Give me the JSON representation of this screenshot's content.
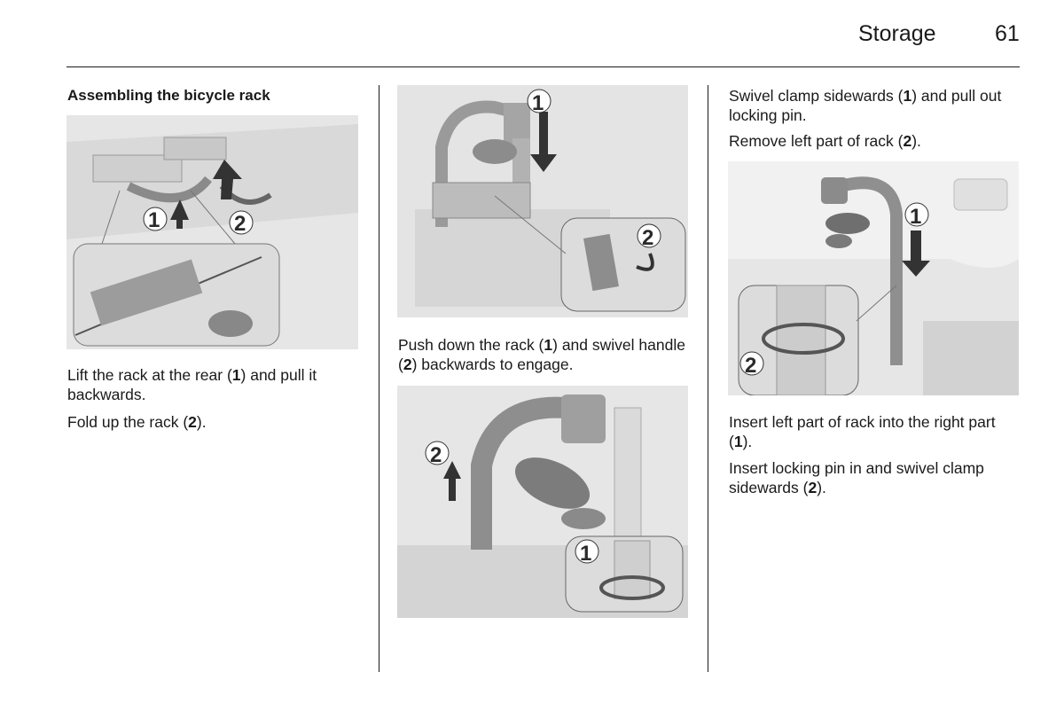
{
  "header": {
    "section_title": "Storage",
    "page_number": "61"
  },
  "left_column": {
    "heading": "Assembling the bicycle rack",
    "figure_callouts": [
      "1",
      "2"
    ],
    "step1": {
      "pre": "Lift the rack at the rear (",
      "num": "1",
      "post": ") and pull it backwards."
    },
    "step2": {
      "pre": "Fold up the rack (",
      "num": "2",
      "post": ")."
    }
  },
  "middle_column": {
    "figure_top_callouts": [
      "1",
      "2"
    ],
    "step1": {
      "pre": "Push down the rack (",
      "num1": "1",
      "mid": ") and swivel handle (",
      "num2": "2",
      "post": ") backwards to engage."
    },
    "figure_bottom_callouts": [
      "2",
      "1"
    ]
  },
  "right_column": {
    "step1": {
      "pre": "Swivel clamp sidewards (",
      "num": "1",
      "post": ") and pull out locking pin."
    },
    "step2": {
      "pre": "Remove left part of rack (",
      "num": "2",
      "post": ")."
    },
    "figure_callouts": [
      "1",
      "2"
    ],
    "step3": {
      "pre": "Insert left part of rack into the right part (",
      "num": "1",
      "post": ")."
    },
    "step4": {
      "pre": "Insert locking pin in and swivel clamp sidewards (",
      "num": "2",
      "post": ")."
    }
  }
}
